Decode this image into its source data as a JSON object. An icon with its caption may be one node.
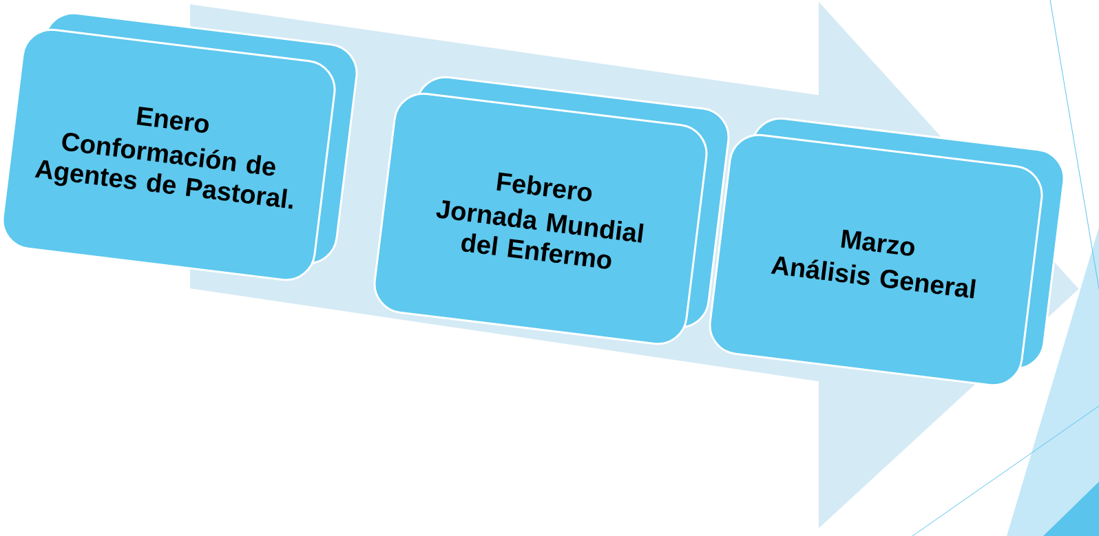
{
  "diagram": {
    "nodes": [
      {
        "text": [
          "Enero",
          "Conformación de Agentes de Pastoral."
        ]
      },
      {
        "text": [
          "Febrero",
          "Jornada Mundial del Enfermo"
        ]
      },
      {
        "text": [
          "Marzo",
          "Análisis General"
        ]
      }
    ]
  }
}
